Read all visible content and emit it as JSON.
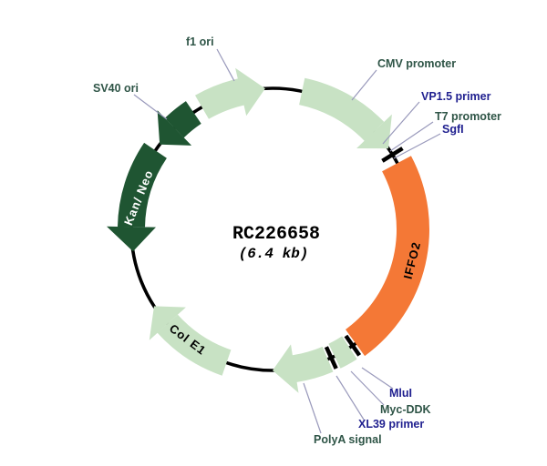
{
  "diagram": {
    "title": "RC226658",
    "subtitle": "(6.4 kb)",
    "features": {
      "f1_ori": "f1 ori",
      "sv40_ori": "SV40 ori",
      "cmv_promoter": "CMV promoter",
      "vp15_primer": "VP1.5 primer",
      "t7_promoter": "T7 promoter",
      "sgfi_site": "SgfI",
      "orf": "IFFO2",
      "mlui_site": "MluI",
      "myc_ddk_tag": "Myc-DDK",
      "xl39_primer": "XL39 primer",
      "polya_signal": "PolyA signal",
      "col_e1": "Col E1",
      "kan_neo": "Kan/ Neo"
    },
    "colors": {
      "light_green": "#c8e2c4",
      "dark_green": "#1f5532",
      "orange": "#f47836",
      "backbone": "#000000",
      "label_green": "#2f5547",
      "label_navy": "#1f1f8f",
      "arc_text_dark": "#000000",
      "arc_text_light": "#ffffff",
      "leader_line": "#9999bb",
      "title_color": "#000000"
    }
  }
}
